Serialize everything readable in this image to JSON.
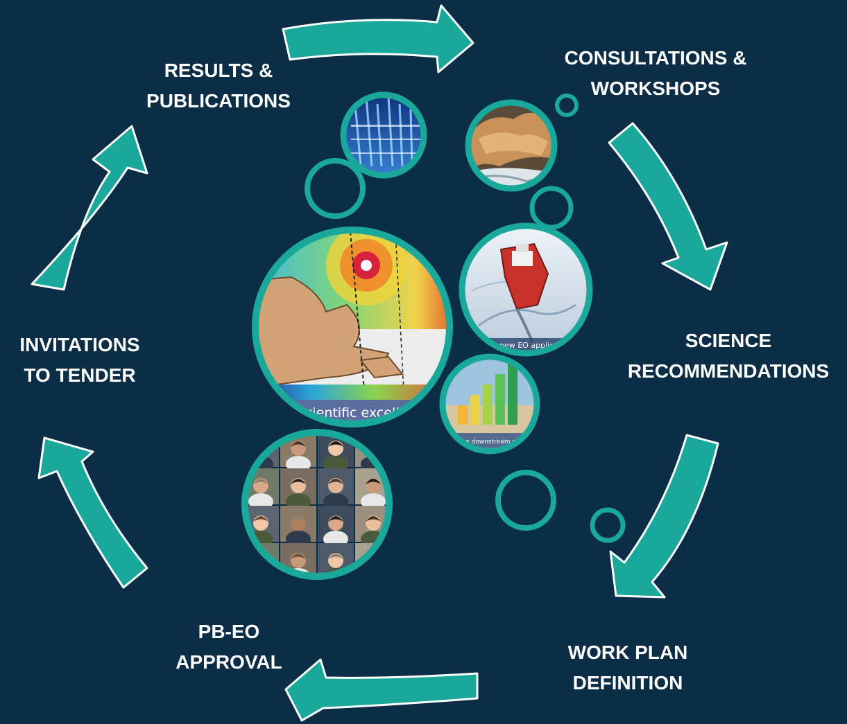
{
  "colors": {
    "background": "#0b2d45",
    "accent": "#1aa89a",
    "arrow_outline": "#ffffff",
    "text": "#ffffff"
  },
  "cycle_steps": [
    {
      "id": "consultations",
      "lines": [
        "CONSULTATIONS &",
        "WORKSHOPS"
      ]
    },
    {
      "id": "science",
      "lines": [
        "SCIENCE",
        "RECOMMENDATIONS"
      ]
    },
    {
      "id": "workplan",
      "lines": [
        "WORK PLAN",
        "DEFINITION"
      ]
    },
    {
      "id": "pbeo",
      "lines": [
        "PB-EO",
        "APPROVAL"
      ]
    },
    {
      "id": "invitations",
      "lines": [
        "INVITATIONS",
        "TO TENDER"
      ]
    },
    {
      "id": "results",
      "lines": [
        "RESULTS  &",
        "PUBLICATIONS"
      ]
    }
  ],
  "photo_captions": {
    "hurricane": "scientific excellence",
    "icebreaker": "new EO applications",
    "growth": "the downstream growth"
  },
  "photo_subjects": {
    "data": "data-visualization-photo",
    "landscape": "satellite-landscape-photo",
    "hurricane": "hurricane-map-photo",
    "icebreaker": "icebreaker-ship-photo",
    "growth": "growth-chart-photo",
    "people": "scientists-portrait-grid-photo"
  }
}
